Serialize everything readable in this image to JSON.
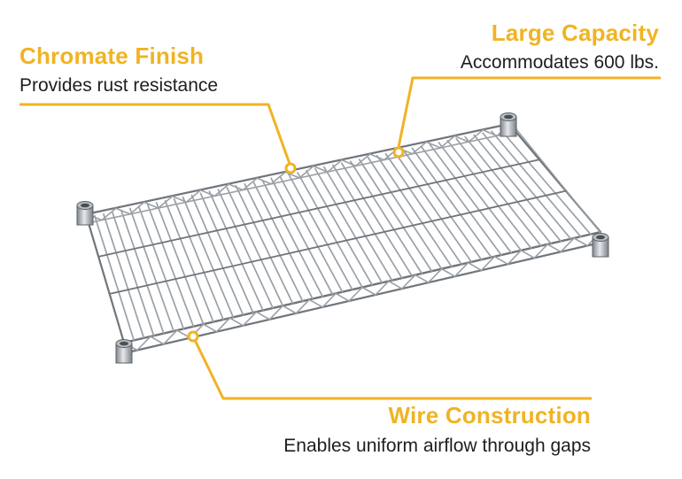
{
  "colors": {
    "accent": "#f0b323",
    "wire": "#9aa0a6",
    "wire_dark": "#6f757b",
    "background": "#ffffff"
  },
  "callouts": {
    "chromate": {
      "title": "Chromate Finish",
      "description": "Provides rust resistance"
    },
    "capacity": {
      "title": "Large Capacity",
      "description": "Accommodates 600 lbs."
    },
    "wire": {
      "title": "Wire Construction",
      "description": "Enables uniform airflow through gaps"
    }
  }
}
